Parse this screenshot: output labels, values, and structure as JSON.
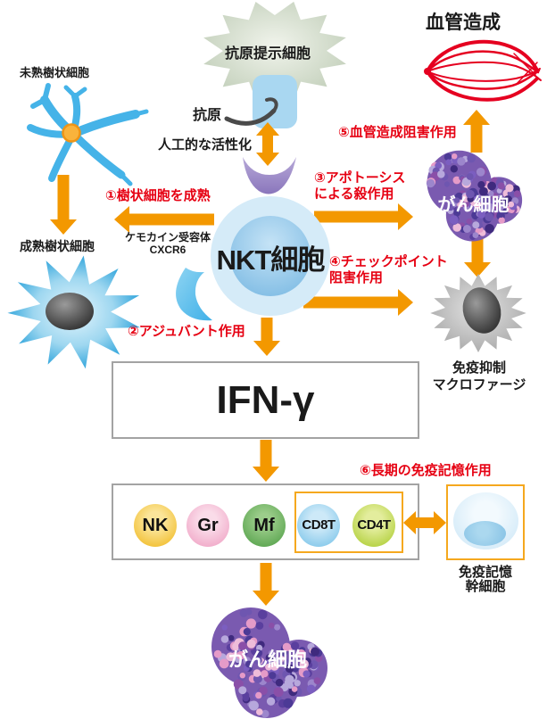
{
  "colors": {
    "arrow_orange": "#f39800",
    "highlight_red": "#e60012",
    "vessel_red": "#e50020",
    "box_border_gray": "#a3a3a3",
    "box_border_orange": "#f5a81e",
    "cancer_palette": [
      "#3f2a7e",
      "#5a3f9e",
      "#7b5ec0",
      "#9c86cc",
      "#b7a8dc",
      "#e59bc8",
      "#eebcd9",
      "#6e56b0",
      "#4c3a96",
      "#8a4fa8"
    ]
  },
  "nodes": {
    "immature_dc": "未熟樹状細胞",
    "mature_dc": "成熟樹状細胞",
    "apc": "抗原提示細胞",
    "antigen": "抗原",
    "artificial_activation": "人工的な活性化",
    "nkt_cell": "NKT細胞",
    "chemokine_receptor": "ケモカイン受容体",
    "chemokine_receptor_name": "CXCR6",
    "angiogenesis": "血管造成",
    "cancer_top": "がん細胞",
    "cancer_bottom": "がん細胞",
    "macrophage_line1": "免疫抑制",
    "macrophage_line2": "マクロファージ",
    "ifn": "IFN-γ",
    "memory_line1": "免疫記憶",
    "memory_line2": "幹細胞"
  },
  "effects": {
    "e1": "①樹状細胞を成熟",
    "e2": "②アジュバント作用",
    "e3_line1": "③アポトーシス",
    "e3_line2": "による殺作用",
    "e4_line1": "④チェックポイント",
    "e4_line2": "阻害作用",
    "e5": "⑤血管造成阻害作用",
    "e6": "⑥長期の免疫記憶作用"
  },
  "cells": {
    "nk": "NK",
    "gr": "Gr",
    "mf": "Mf",
    "cd8t": "CD8T",
    "cd4t": "CD4T"
  }
}
